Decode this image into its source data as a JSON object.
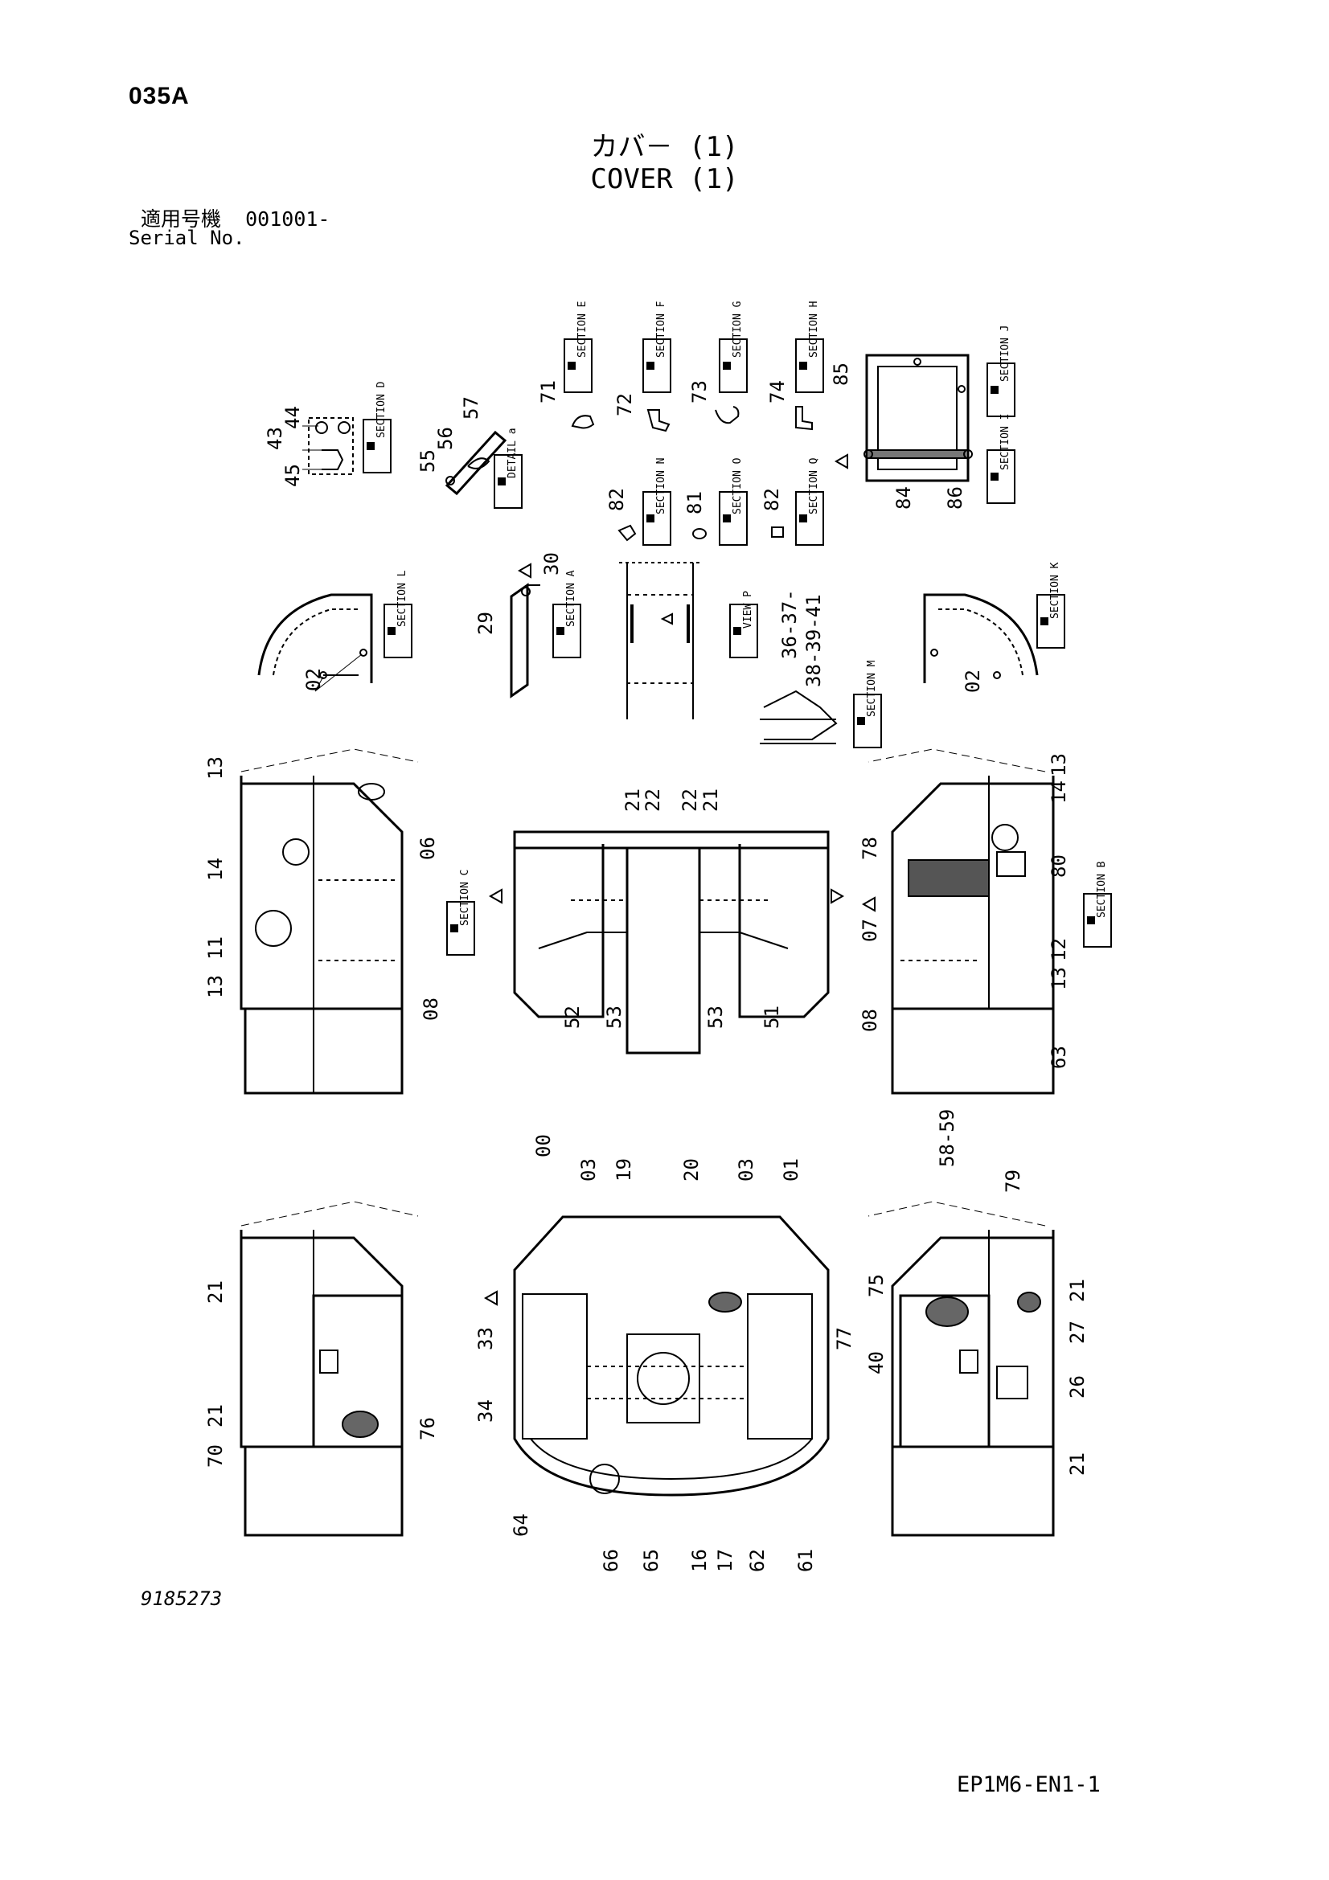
{
  "header": {
    "page_code": "035A",
    "title_jp": "カバ－ (1)",
    "title_en": "COVER (1)",
    "serial_label_jp": "適用号機",
    "serial_value": "001001-",
    "serial_label_en": "Serial No."
  },
  "footer": {
    "drawing_number": "9185273",
    "sheet_code": "EP1M6-EN1-1"
  },
  "sections": {
    "E": "SECTION E",
    "F": "SECTION F",
    "G": "SECTION G",
    "H": "SECTION H",
    "J": "SECTION J",
    "I": "SECTION I",
    "D": "SECTION D",
    "a": "DETAIL a",
    "N": "SECTION N",
    "O": "SECTION O",
    "Q": "SECTION Q",
    "A": "SECTION A",
    "P": "VIEW P",
    "L": "SECTION L",
    "K": "SECTION K",
    "M": "SECTION M",
    "C": "SECTION C",
    "B": "SECTION B"
  },
  "callouts": {
    "c71": "71",
    "c72": "72",
    "c73": "73",
    "c74": "74",
    "c85": "85",
    "c84": "84",
    "c86": "86",
    "c43": "43",
    "c44": "44",
    "c45": "45",
    "c55": "55",
    "c56": "56",
    "c57": "57",
    "c82a": "82",
    "c81": "81",
    "c82b": "82",
    "c29": "29",
    "c30": "30",
    "c36": "36-37-",
    "c38": "38-39-41",
    "c02l": "02",
    "c02r": "02",
    "c13a": "13",
    "c14a": "14",
    "c06": "06",
    "c11": "11",
    "c13b": "13",
    "c08a": "08",
    "c21a": "21",
    "c22a": "22",
    "c22b": "22",
    "c21b": "21",
    "c52": "52",
    "c53a": "53",
    "c53b": "53",
    "c51": "51",
    "c13c": "13",
    "c14b": "14",
    "c78": "78",
    "c80": "80",
    "c07": "07",
    "c12": "12",
    "c13d": "13",
    "c08b": "08",
    "c63": "63",
    "c00": "00",
    "c03a": "03",
    "c19": "19",
    "c20": "20",
    "c03b": "03",
    "c01": "01",
    "c33": "33",
    "c34": "34",
    "c77": "77",
    "c64": "64",
    "c66": "66",
    "c65": "65",
    "c16": "16",
    "c17": "17",
    "c62": "62",
    "c61": "61",
    "c21c": "21",
    "c21d": "21",
    "c70": "70",
    "c76": "76",
    "c5859": "58-59",
    "c79": "79",
    "c75": "75",
    "c21e": "21",
    "c27": "27",
    "c40": "40",
    "c26": "26",
    "c21f": "21"
  }
}
